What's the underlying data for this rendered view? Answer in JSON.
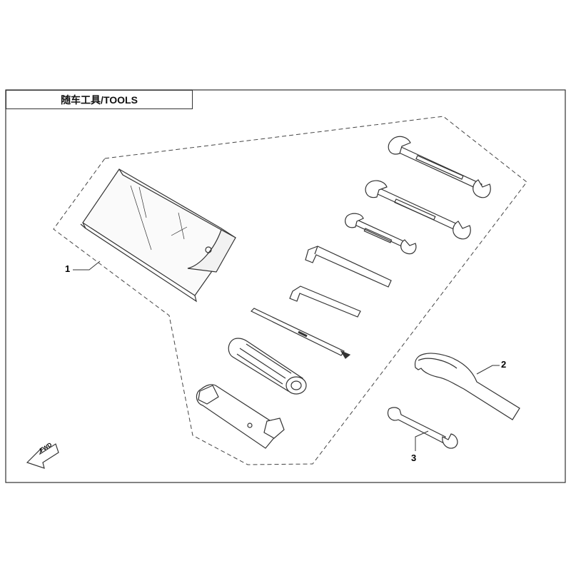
{
  "diagram": {
    "title": "随车工具/TOOLS",
    "callouts": [
      {
        "number": "1",
        "part": "tool-bag"
      },
      {
        "number": "2",
        "part": "hook-spanner"
      },
      {
        "number": "3",
        "part": "small-open-end-wrench"
      }
    ],
    "direction_indicator": "FWD"
  }
}
